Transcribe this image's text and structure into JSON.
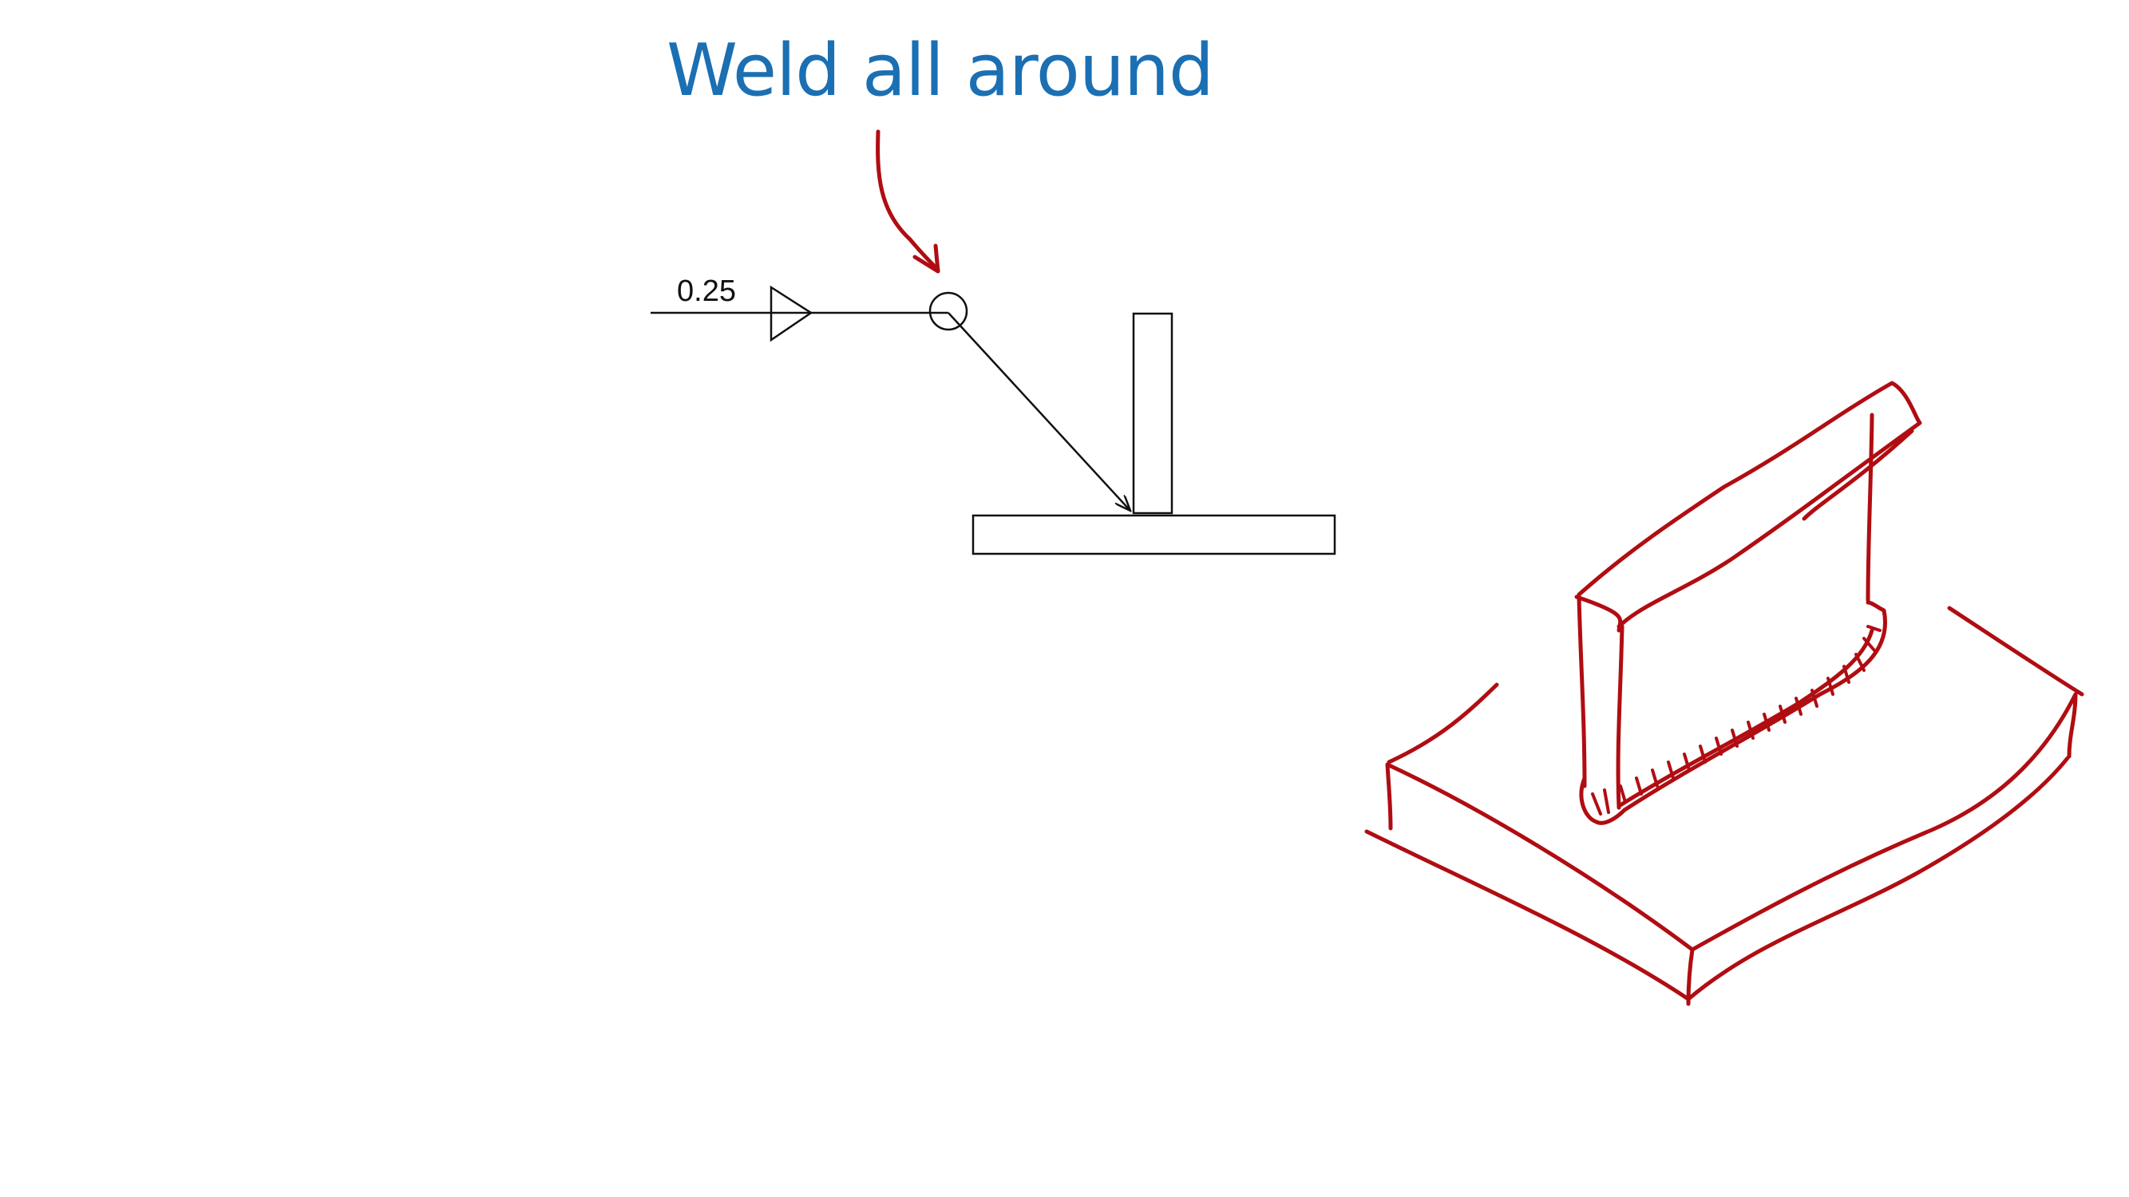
{
  "annotation": {
    "text": "Weld all around",
    "color": "#1b6fb3"
  },
  "weld_symbol": {
    "size_label": "0.25",
    "symbol_type": "fillet",
    "all_around": true
  },
  "colors": {
    "ink": "#111111",
    "sketch": "#b00d12",
    "background": "#ffffff"
  }
}
